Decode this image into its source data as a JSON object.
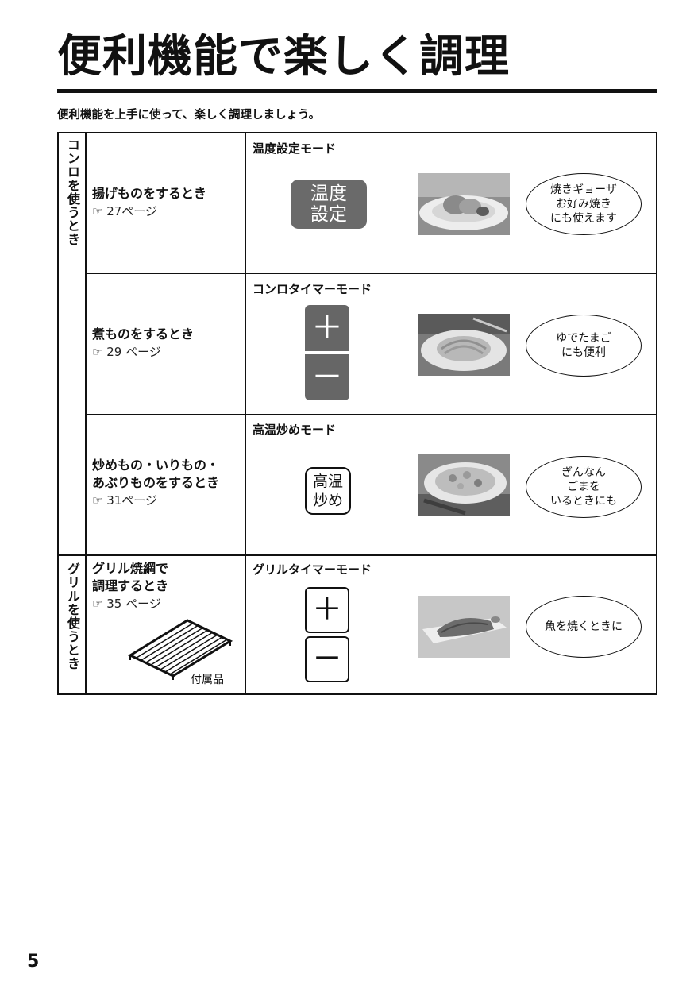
{
  "header": {
    "title": "便利機能で楽しく調理",
    "subtitle": "便利機能を上手に使って、楽しく調理しましょう。"
  },
  "categories": {
    "stove": "コンロを使うとき",
    "grill": "グリルを使うとき"
  },
  "rows": [
    {
      "desc_lines": [
        "揚げものをするとき"
      ],
      "ref": "☞ 27ページ",
      "mode": "温度設定モード",
      "button_lines": [
        "温度",
        "設定"
      ],
      "bubble_lines": [
        "焼きギョーザ",
        "お好み焼き",
        "にも使えます"
      ]
    },
    {
      "desc_lines": [
        "煮ものをするとき"
      ],
      "ref": "☞ 29 ページ",
      "mode": "コンロタイマーモード",
      "plus": "＋",
      "minus": "－",
      "bubble_lines": [
        "ゆでたまご",
        "にも便利"
      ]
    },
    {
      "desc_lines": [
        "炒めもの・いりもの・",
        "あぶりものをするとき"
      ],
      "ref": "☞ 31ページ",
      "mode": "高温炒めモード",
      "button_lines": [
        "高温",
        "炒め"
      ],
      "bubble_lines": [
        "ぎんなん",
        "ごまを",
        "いるときにも"
      ]
    },
    {
      "desc_lines": [
        "グリル焼網で",
        "調理するとき"
      ],
      "ref": "☞ 35 ページ",
      "mode": "グリルタイマーモード",
      "plus": "＋",
      "minus": "－",
      "bubble_lines": [
        "魚を焼くときに"
      ],
      "accessory_label": "付属品"
    }
  ],
  "icons": {
    "ref_pointer": "pointing-hand-icon",
    "grill_rack": "grill-rack-icon"
  },
  "page_number": "5"
}
